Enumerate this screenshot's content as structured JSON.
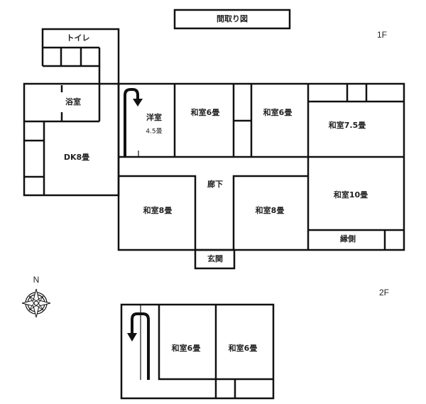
{
  "title": "間取り図",
  "floors": {
    "first": {
      "label": "1F",
      "rooms": {
        "toilet": "トイレ",
        "bath": "浴室",
        "dk": "DK8畳",
        "western": "洋室",
        "western_size": "4.5畳",
        "washitsu6_a": "和室6畳",
        "washitsu6_b": "和室6畳",
        "washitsu75": "和室7.5畳",
        "hallway": "廊下",
        "washitsu8_a": "和室8畳",
        "washitsu8_b": "和室8畳",
        "washitsu10": "和室10畳",
        "engawa": "縁側",
        "entrance": "玄関"
      }
    },
    "second": {
      "label": "2F",
      "rooms": {
        "washitsu6_a": "和室6畳",
        "washitsu6_b": "和室6畳"
      }
    }
  },
  "compass": {
    "north": "N"
  }
}
